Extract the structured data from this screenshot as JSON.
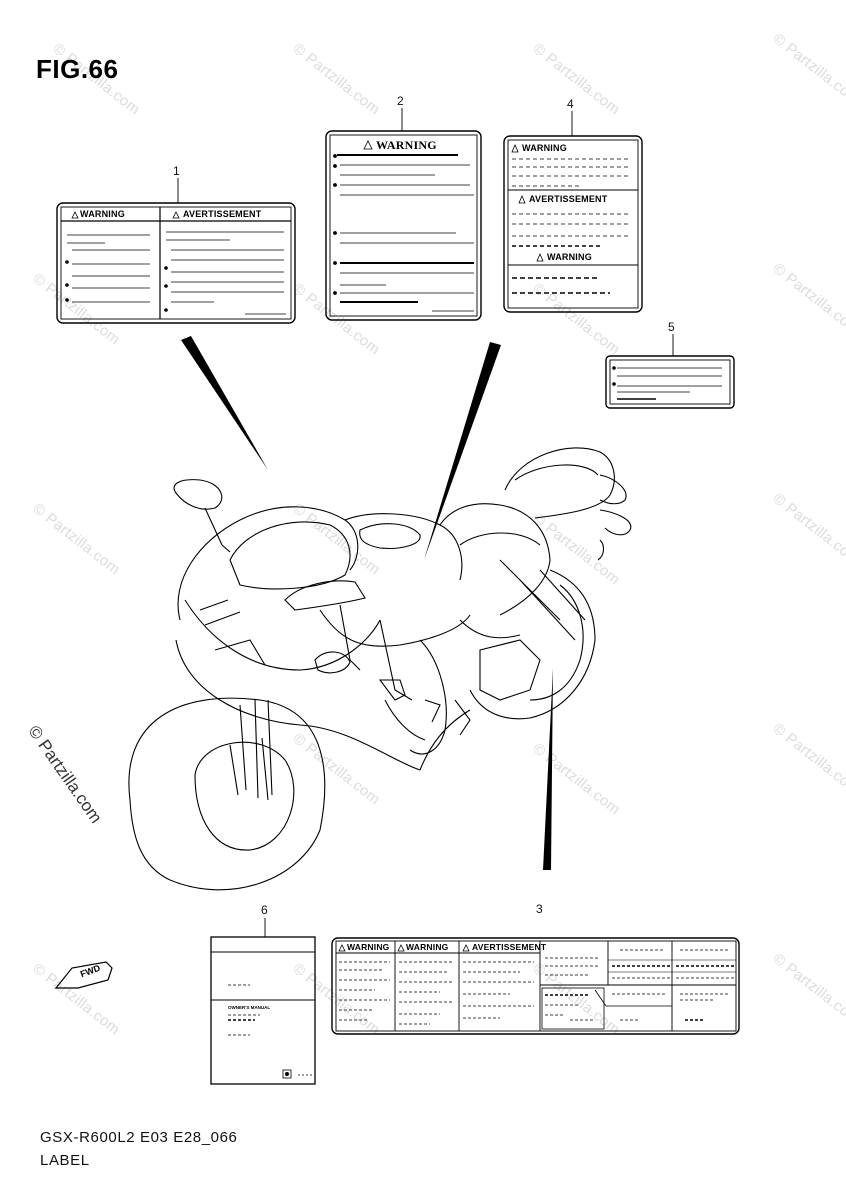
{
  "figure": {
    "title": "FIG.66",
    "model_code": "GSX-R600L2 E03 E28_066",
    "section": "LABEL"
  },
  "callouts": [
    "1",
    "2",
    "3",
    "4",
    "5",
    "6"
  ],
  "labels": {
    "label_1": {
      "left_heading": "WARNING",
      "right_heading": "AVERTISSEMENT"
    },
    "label_2": {
      "heading": "WARNING"
    },
    "label_4": {
      "heading_top": "WARNING",
      "heading_mid": "AVERTISSEMENT",
      "heading_bottom": "WARNING"
    },
    "label_3": {
      "heading_1": "WARNING",
      "heading_2": "WARNING",
      "heading_3": "AVERTISSEMENT"
    },
    "label_6": {
      "small_text": "OWNER'S MANUAL"
    }
  },
  "front_arrow": "FWD",
  "watermark": {
    "text": "© Partzilla.com"
  },
  "colors": {
    "line": "#000000",
    "watermark": "#dcdcdc"
  }
}
